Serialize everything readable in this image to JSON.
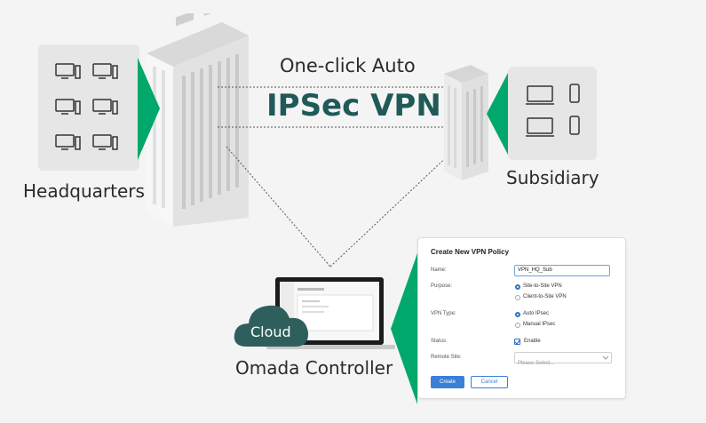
{
  "title": {
    "line1": "One-click Auto",
    "line2": "IPSec VPN"
  },
  "labels": {
    "headquarters": "Headquarters",
    "subsidiary": "Subsidiary",
    "cloud": "Cloud",
    "controller": "Omada Controller"
  },
  "colors": {
    "accent_green": "#00a86b",
    "title_teal": "#1f5a58",
    "cloud_teal": "#2f5f5c",
    "button_blue": "#3b7fd6"
  },
  "form": {
    "title": "Create New VPN Policy",
    "name_label": "Name:",
    "name_value": "VPN_HQ_Sub",
    "purpose_label": "Purpose:",
    "purpose_options": [
      "Site-to-Site VPN",
      "Client-to-Site VPN"
    ],
    "vpn_type_label": "VPN Type:",
    "vpn_type_options": [
      "Auto IPsec",
      "Manual IPsec"
    ],
    "status_label": "Status:",
    "status_value": "Enable",
    "remote_site_label": "Remote Site:",
    "remote_site_placeholder": "Please Select...",
    "create_button": "Create",
    "cancel_button": "Cancel"
  },
  "icons": {
    "hq_devices": [
      "desktop-icon",
      "desktop-icon",
      "desktop-icon",
      "desktop-icon",
      "desktop-icon",
      "desktop-icon"
    ],
    "sub_devices": [
      "laptop-icon",
      "phone-icon",
      "laptop-icon",
      "phone-icon"
    ]
  }
}
